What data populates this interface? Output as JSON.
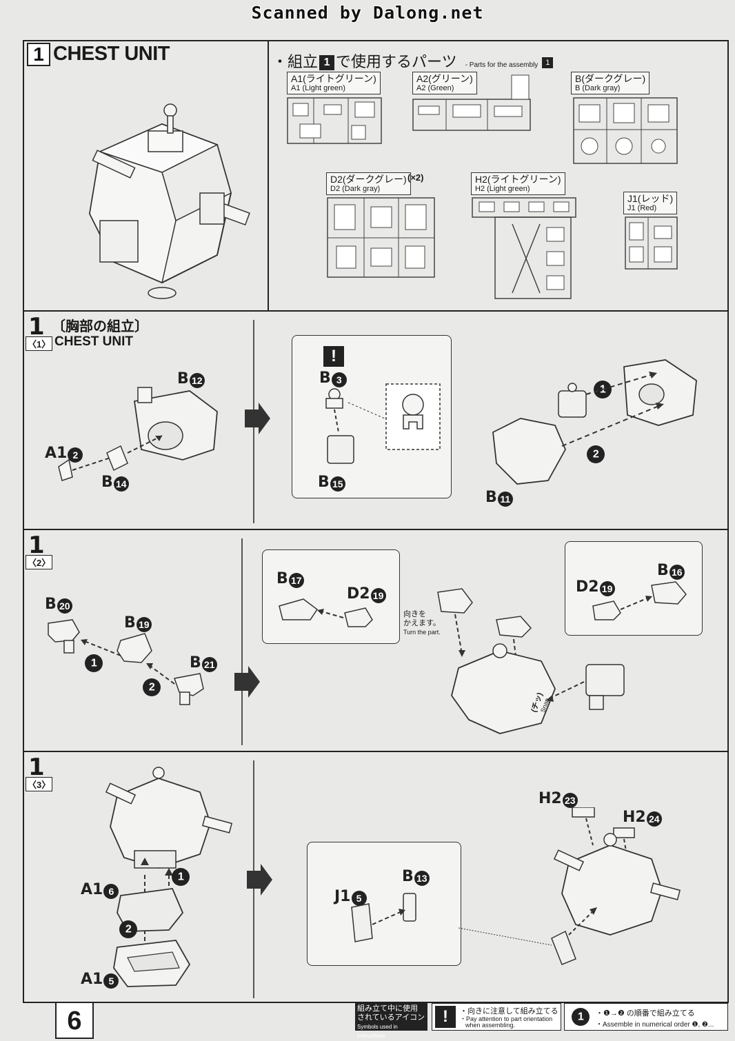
{
  "scan_banner": "Scanned by Dalong.net",
  "header": {
    "step_number": "1",
    "title": "CHEST UNIT"
  },
  "parts_list": {
    "heading_prefix": "・組立",
    "heading_num": "1",
    "heading_suffix": "で使用するパーツ",
    "heading_en": "- Parts for the assembly",
    "heading_en_num": "1",
    "runners": [
      {
        "jp": "A1(ライトグリーン)",
        "en": "A1 (Light green)",
        "qty": ""
      },
      {
        "jp": "A2(グリーン)",
        "en": "A2 (Green)",
        "qty": ""
      },
      {
        "jp": "B(ダークグレー)",
        "en": "B (Dark gray)",
        "qty": ""
      },
      {
        "jp": "D2(ダークグレー)",
        "en": "D2 (Dark gray)",
        "qty": "(×2)"
      },
      {
        "jp": "H2(ライトグリーン)",
        "en": "H2 (Light green)",
        "qty": ""
      },
      {
        "jp": "J1(レッド)",
        "en": "J1 (Red)",
        "qty": ""
      }
    ]
  },
  "step1": {
    "num": "1",
    "sub": "〈1〉",
    "title_jp": "〔胸部の組立〕",
    "title_en": "CHEST UNIT",
    "parts": {
      "b12": "B",
      "a12": "A1",
      "b14": "B",
      "b3": "B",
      "b15": "B",
      "b11": "B"
    },
    "nums": {
      "b12": "12",
      "a12": "2",
      "b14": "14",
      "b3": "3",
      "b15": "15",
      "b11": "11"
    },
    "order": [
      "1",
      "2"
    ],
    "attention": "!"
  },
  "step2": {
    "num": "1",
    "sub": "〈2〉",
    "parts": {
      "b20": "B",
      "b19": "B",
      "b21": "B",
      "b17": "B",
      "d219a": "D2",
      "b16": "B",
      "d219b": "D2"
    },
    "nums": {
      "b20": "20",
      "b19": "19",
      "b21": "21",
      "b17": "17",
      "d219a": "19",
      "b16": "16",
      "d219b": "19"
    },
    "order": [
      "1",
      "2"
    ],
    "turn_jp1": "向きを",
    "turn_jp2": "かえます。",
    "turn_en": "Turn the part.",
    "snap_jp": "(チッ)",
    "snap_en": "Snap"
  },
  "step3": {
    "num": "1",
    "sub": "〈3〉",
    "parts": {
      "a16": "A1",
      "a15": "A1",
      "h223": "H2",
      "h224": "H2",
      "b13": "B",
      "j15": "J1"
    },
    "nums": {
      "a16": "6",
      "a15": "5",
      "h223": "23",
      "h224": "24",
      "b13": "13",
      "j15": "5"
    },
    "order": [
      "1",
      "2"
    ]
  },
  "footer": {
    "page": "6",
    "icons_jp1": "組み立て中に使用",
    "icons_jp2": "されているアイコン",
    "icons_en": "Symbols used in instructions",
    "att_mark": "!",
    "att_jp": "・向きに注意して組み立てる",
    "att_en1": "・Pay attention to part orientation",
    "att_en2": "when assembling.",
    "order_mark": "1",
    "order_jp": "・❶→❷ の順番で組み立てる",
    "order_en": "・Assemble in numerical order ❶, ❷..."
  }
}
